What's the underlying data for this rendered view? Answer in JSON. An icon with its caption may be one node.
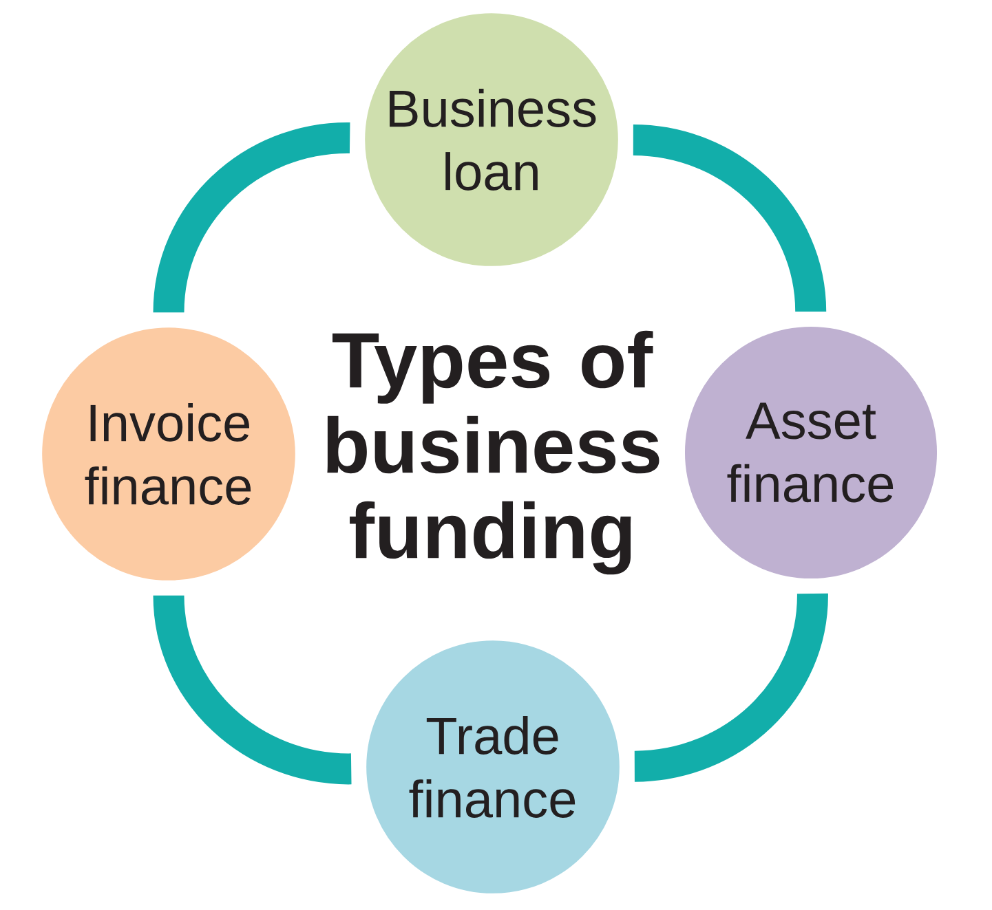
{
  "diagram": {
    "title": "Types of business funding",
    "nodes": [
      {
        "text": [
          "Business loan"
        ]
      },
      {
        "text": [
          "Asset finance"
        ]
      },
      {
        "text": [
          "Trade finance"
        ]
      },
      {
        "text": [
          "Invoice finance"
        ]
      }
    ],
    "edges": [
      {
        "from": 0,
        "to": 1,
        "arrow": "none"
      },
      {
        "from": 1,
        "to": 2,
        "arrow": "none"
      },
      {
        "from": 2,
        "to": 3,
        "arrow": "none"
      },
      {
        "from": 3,
        "to": 0,
        "arrow": "none"
      }
    ]
  }
}
